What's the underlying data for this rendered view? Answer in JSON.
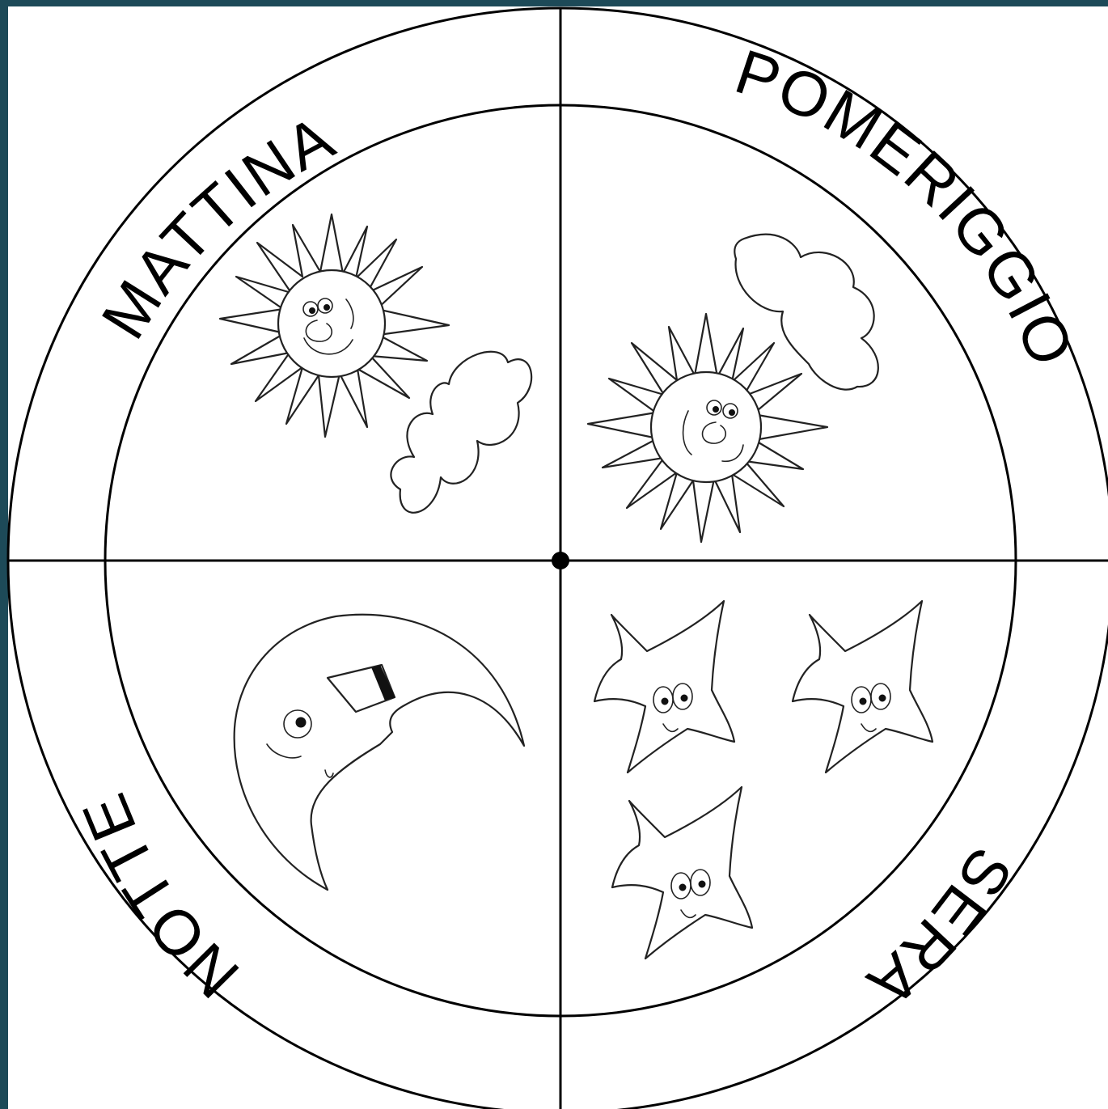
{
  "diagram": {
    "colors": {
      "frame": "#1d4a58",
      "line": "#000000",
      "background": "#ffffff"
    },
    "segments": [
      {
        "key": "morning",
        "label": "MATTINA",
        "icons": [
          "sun-icon",
          "cloud-icon"
        ]
      },
      {
        "key": "afternoon",
        "label": "POMERIGGIO",
        "icons": [
          "sun-icon",
          "cloud-icon"
        ]
      },
      {
        "key": "evening",
        "label": "SERA",
        "icons": [
          "star-icon",
          "star-icon",
          "star-icon"
        ]
      },
      {
        "key": "night",
        "label": "NOTTE",
        "icons": [
          "moon-icon"
        ]
      }
    ]
  }
}
